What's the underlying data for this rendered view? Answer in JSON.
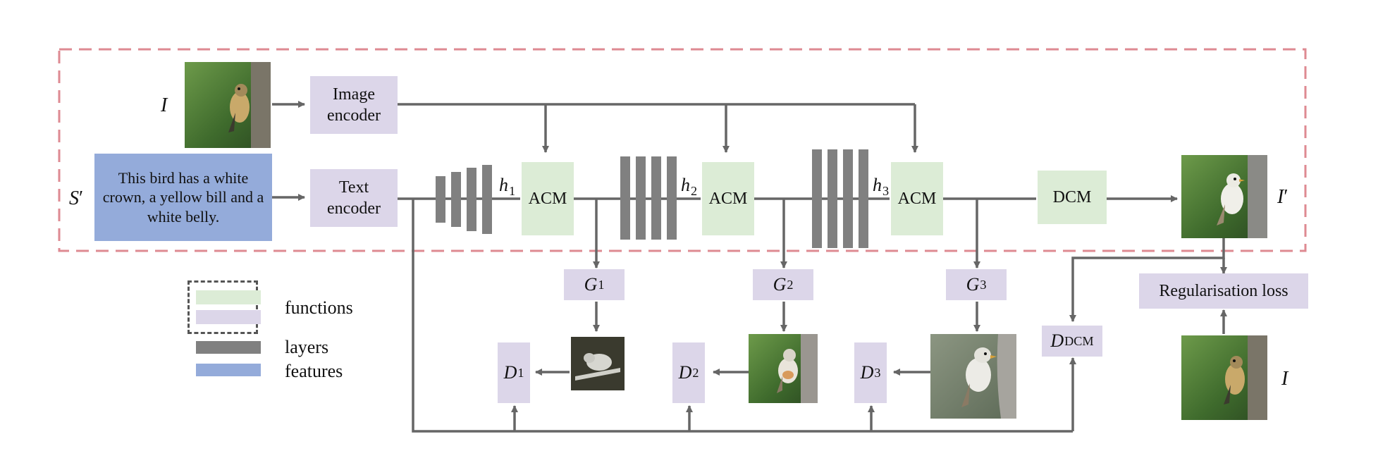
{
  "inputs": {
    "image_symbol": "I",
    "sentence_symbol": "S",
    "sentence_prime": "′",
    "sentence_text": "This bird has a white crown, a yellow bill and a white belly."
  },
  "encoders": {
    "image": "Image encoder",
    "text": "Text encoder"
  },
  "hidden": [
    {
      "sym": "h",
      "sub": "1"
    },
    {
      "sym": "h",
      "sub": "2"
    },
    {
      "sym": "h",
      "sub": "3"
    }
  ],
  "modules": {
    "acm": "ACM",
    "dcm": "DCM"
  },
  "generators": [
    {
      "sym": "G",
      "sub": "1"
    },
    {
      "sym": "G",
      "sub": "2"
    },
    {
      "sym": "G",
      "sub": "3"
    }
  ],
  "discriminators": [
    {
      "sym": "D",
      "sub": "1"
    },
    {
      "sym": "D",
      "sub": "2"
    },
    {
      "sym": "D",
      "sub": "3"
    }
  ],
  "dcm_discriminator": {
    "sym": "D",
    "sub": "DCM"
  },
  "output": {
    "sym": "I",
    "prime": "′"
  },
  "regularisation": "Regularisation loss",
  "reference_image": "I",
  "legend": {
    "functions": "functions",
    "layers": "layers",
    "features": "features"
  },
  "colors": {
    "region_border": "#de8a92",
    "function_green": "#dcecd6",
    "function_purple": "#dcd6e9",
    "layers": "#808080",
    "features": "#94abda",
    "arrows": "#666666"
  },
  "icons": {
    "bird_images": "bird-photo"
  }
}
